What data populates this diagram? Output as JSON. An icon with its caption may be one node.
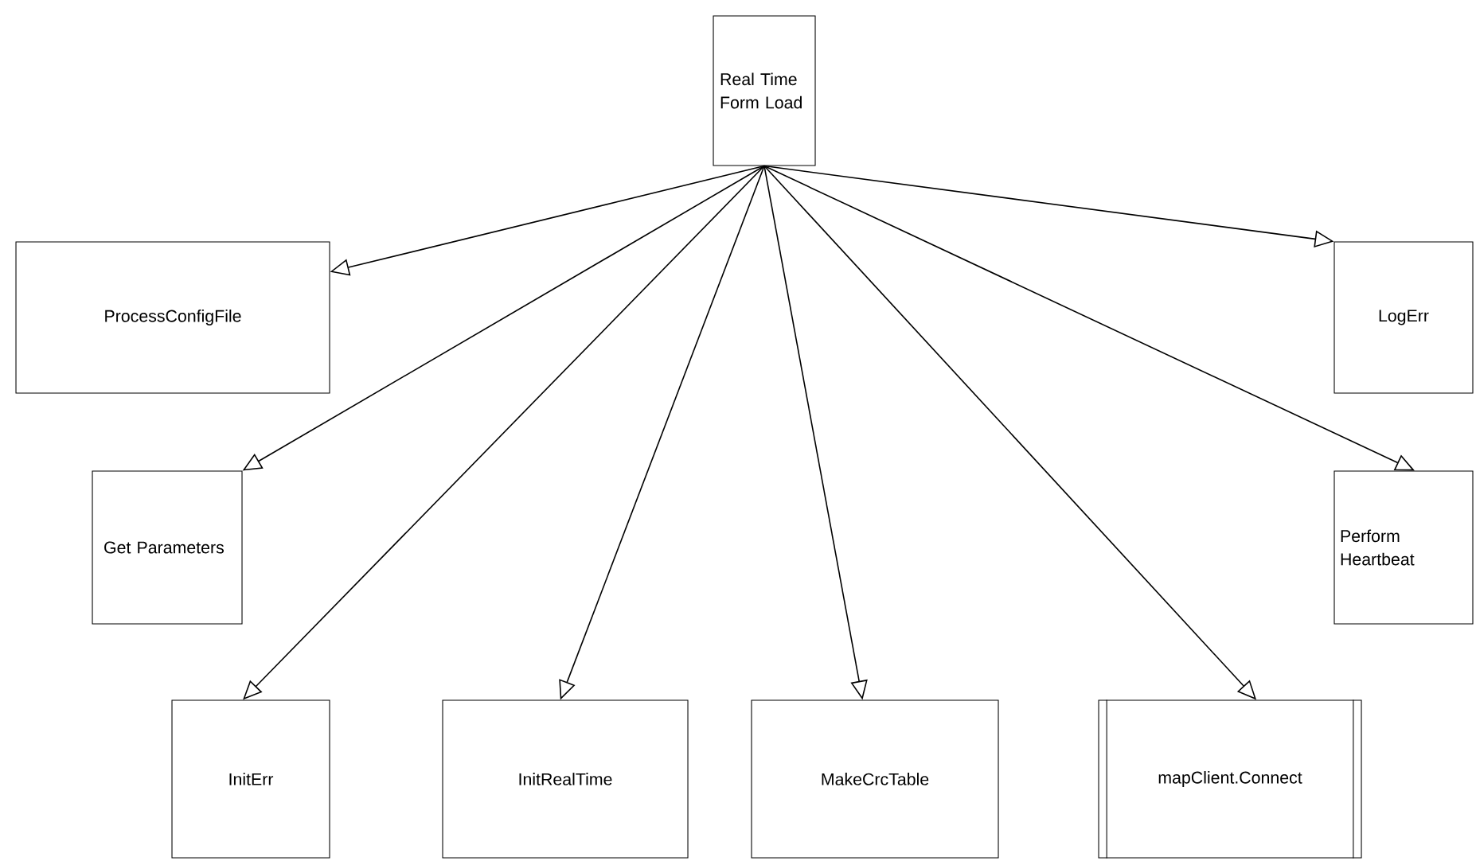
{
  "diagram": {
    "nodes": [
      {
        "text": [
          "Real Time Form Load"
        ]
      },
      {
        "text": [
          "ProcessConfigFile"
        ]
      },
      {
        "text": [
          "LogErr"
        ]
      },
      {
        "text": [
          "Get Parameters"
        ]
      },
      {
        "text": [
          "Perform Heartbeat"
        ]
      },
      {
        "text": [
          "InitErr"
        ]
      },
      {
        "text": [
          "InitRealTime"
        ]
      },
      {
        "text": [
          "MakeCrcTable"
        ]
      },
      {
        "text": [
          "mapClient.Connect"
        ]
      }
    ],
    "edges": [
      {
        "from": 0,
        "to": 1,
        "arrow": "to"
      },
      {
        "from": 0,
        "to": 2,
        "arrow": "to"
      },
      {
        "from": 0,
        "to": 3,
        "arrow": "to"
      },
      {
        "from": 0,
        "to": 4,
        "arrow": "to"
      },
      {
        "from": 0,
        "to": 5,
        "arrow": "to"
      },
      {
        "from": 0,
        "to": 6,
        "arrow": "to"
      },
      {
        "from": 0,
        "to": 7,
        "arrow": "to"
      },
      {
        "from": 0,
        "to": 8,
        "arrow": "to"
      }
    ]
  }
}
